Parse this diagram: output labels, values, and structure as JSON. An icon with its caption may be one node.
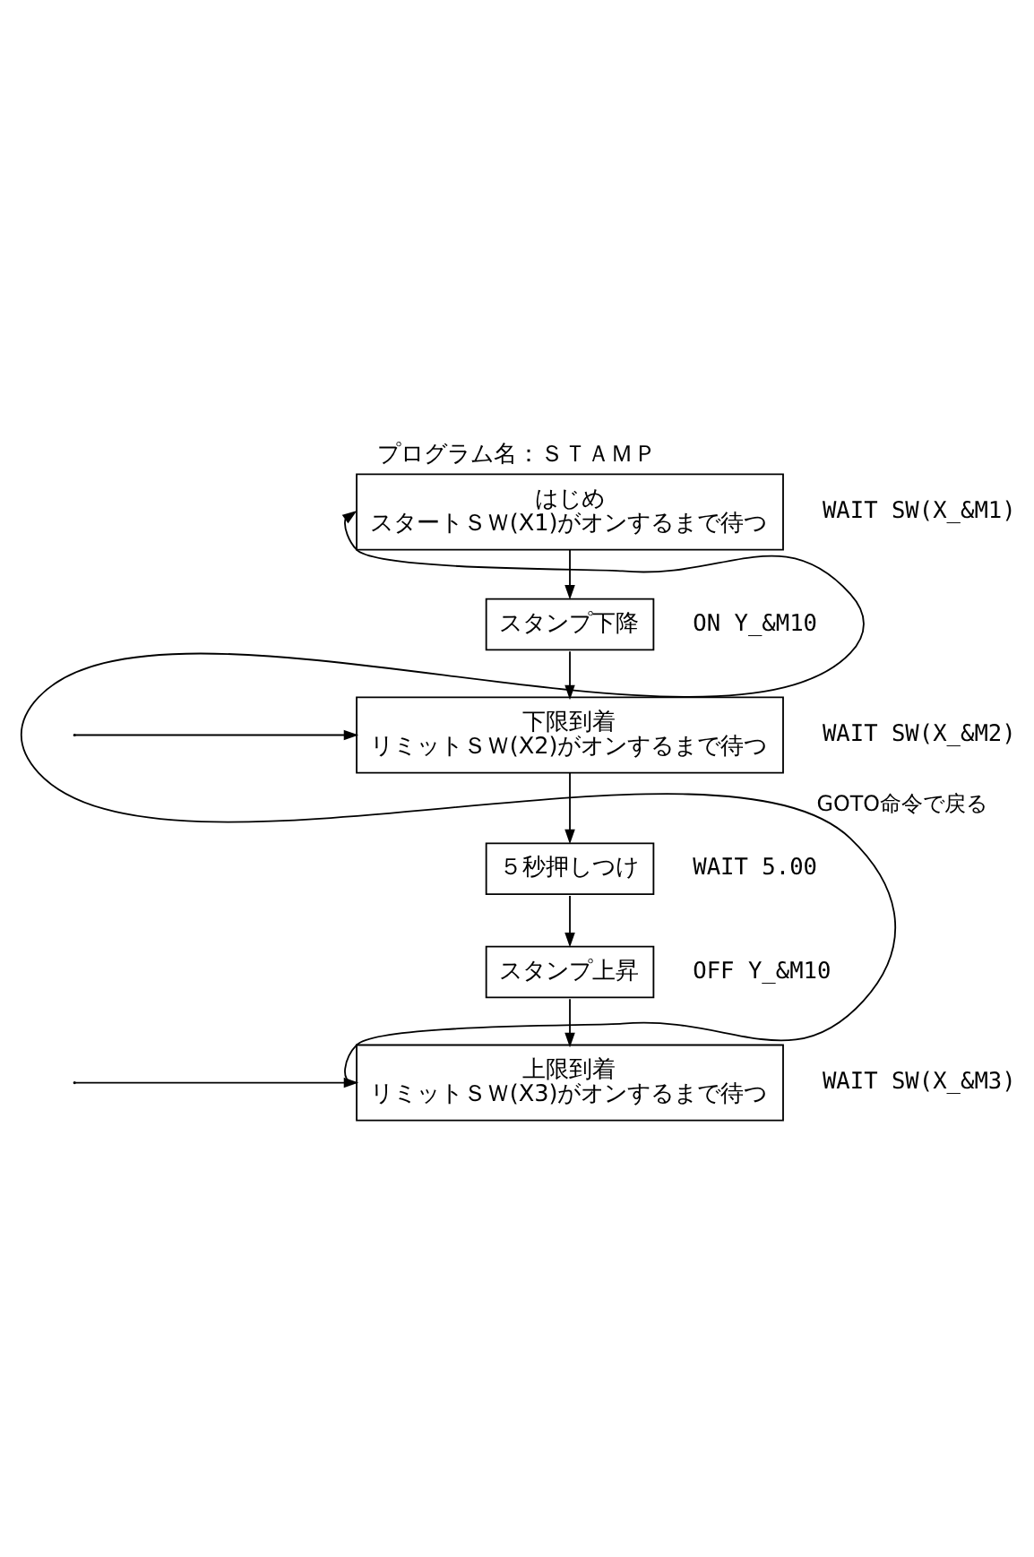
{
  "diagram": {
    "title": "プログラム名：ＳＴＡＭＰ",
    "nodes": [
      {
        "text": [
          "はじめ",
          "スタートＳＷ(X1)がオンするまで待つ"
        ],
        "beside": [
          "WAIT SW(X_&M1)"
        ]
      },
      {
        "text": [
          "スタンプ下降"
        ],
        "beside": [
          "ON Y_&M10"
        ]
      },
      {
        "text": [
          "下限到着",
          "リミットＳＷ(X2)がオンするまで待つ"
        ],
        "beside": [
          "WAIT SW(X_&M2)"
        ]
      },
      {
        "text": [
          "５秒押しつけ"
        ],
        "beside": [
          "WAIT 5.00"
        ]
      },
      {
        "text": [
          "スタンプ上昇"
        ],
        "beside": [
          "OFF Y_&M10"
        ]
      },
      {
        "text": [
          "上限到着",
          "リミットＳＷ(X3)がオンするまで待つ"
        ],
        "beside": [
          "WAIT SW(X_&M3)"
        ]
      }
    ],
    "edges": [
      {
        "from": 0,
        "to": 1,
        "arrow": "to"
      },
      {
        "from": 1,
        "to": 2,
        "arrow": "to"
      },
      {
        "from": 2,
        "to": 3,
        "arrow": "to"
      },
      {
        "from": 3,
        "to": 4,
        "arrow": "to"
      },
      {
        "from": 4,
        "to": 5,
        "arrow": "to"
      },
      {
        "from": 5,
        "to": 0,
        "arrow": "to",
        "label": "GOTO命令で戻る"
      },
      {
        "from": null,
        "to": 2,
        "arrow": "to"
      },
      {
        "from": null,
        "to": 5,
        "arrow": "to"
      }
    ]
  }
}
